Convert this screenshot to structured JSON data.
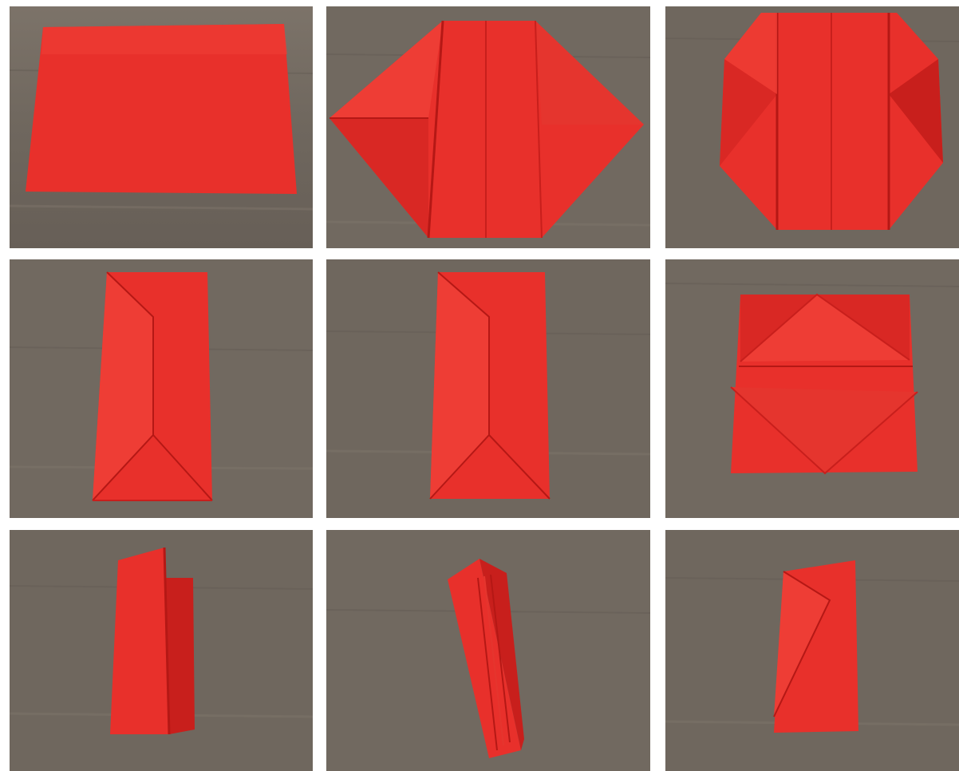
{
  "image": {
    "subject": "origami-envelope-steps",
    "panel_count": 9,
    "layout": "3x3-grid",
    "colors": {
      "paper": "#e8302b",
      "paper_light": "#f0453c",
      "paper_shadow": "#c81f1c",
      "paper_dark": "#b51815",
      "table": "#6f675e",
      "table_light": "#847a70",
      "table_dark": "#5b544c",
      "divider": "#ffffff"
    },
    "panels": [
      {
        "step": 1,
        "shape": "flat-rectangle"
      },
      {
        "step": 2,
        "shape": "hexagon-tri-fold"
      },
      {
        "step": 3,
        "shape": "octagon-corners-folded"
      },
      {
        "step": 4,
        "shape": "tall-rectangle"
      },
      {
        "step": 5,
        "shape": "tall-rectangle"
      },
      {
        "step": 6,
        "shape": "opened-envelope"
      },
      {
        "step": 7,
        "shape": "standing-fold"
      },
      {
        "step": 8,
        "shape": "standing-fold-layers"
      },
      {
        "step": 9,
        "shape": "finished-envelope"
      }
    ]
  }
}
